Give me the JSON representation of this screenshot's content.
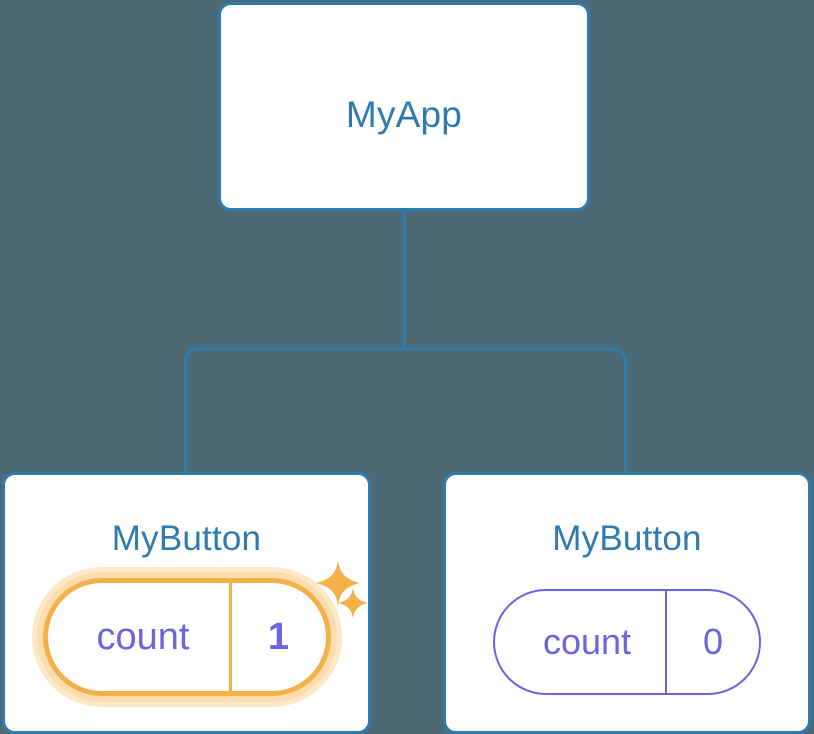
{
  "theme": {
    "background": "#4c6a75",
    "card_background": "#ffffff",
    "card_border": "#2e7bae",
    "title_color": "#2e7bae",
    "connector_color": "#2e7bae",
    "counter_color": "#6c63e0",
    "highlight_color": "#f5b149",
    "highlight_glow": "#fbddae",
    "sparkle_color": "#f5b149"
  },
  "tree": {
    "root": {
      "title": "MyApp"
    },
    "children": [
      {
        "title": "MyButton",
        "counter": {
          "label": "count",
          "value": "1",
          "highlighted": true,
          "sparkle_large": "sparkle-icon",
          "sparkle_small": "sparkle-icon"
        }
      },
      {
        "title": "MyButton",
        "counter": {
          "label": "count",
          "value": "0",
          "highlighted": false
        }
      }
    ]
  }
}
